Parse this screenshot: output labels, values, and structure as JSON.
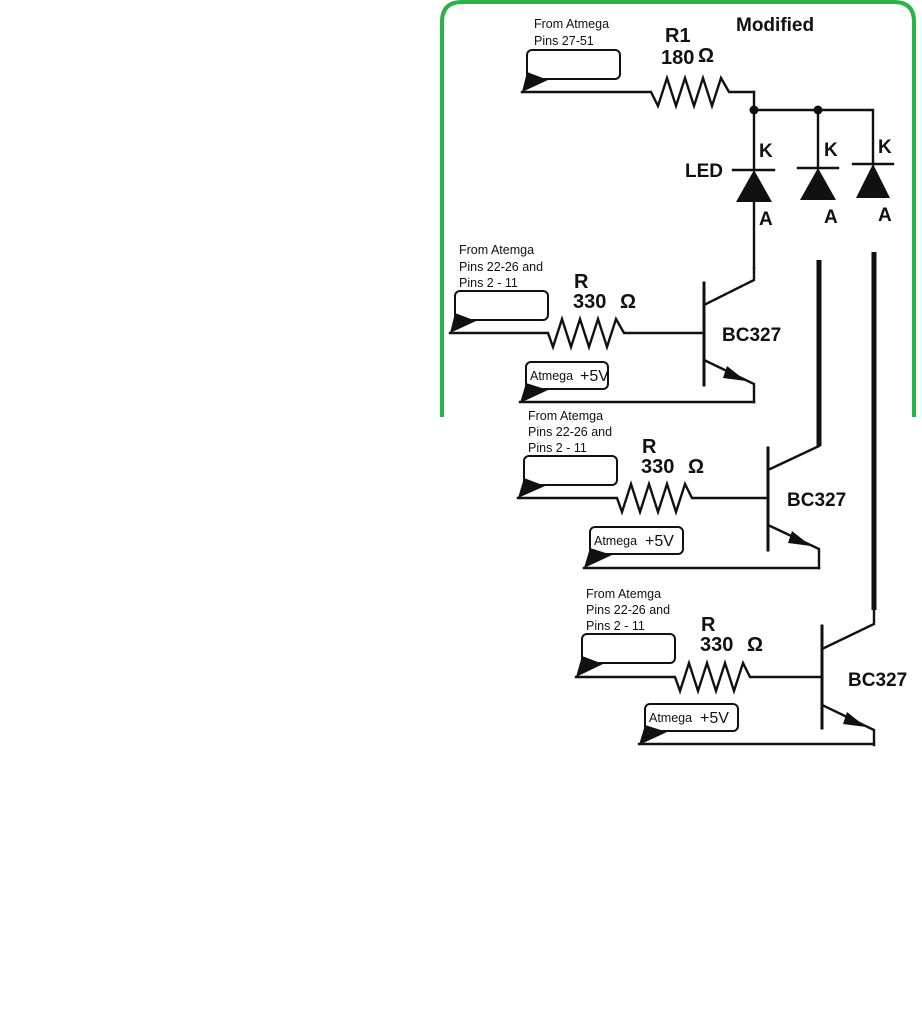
{
  "diagram": {
    "title": "Modified",
    "r1": {
      "name": "R1",
      "value": "180",
      "unit": "Ω",
      "source_lines": [
        "From Atmega",
        "Pins 27-51"
      ]
    },
    "led_label": "LED",
    "cathode_label": "K",
    "anode_label": "A",
    "stages": [
      {
        "source_lines": [
          "From Atemga",
          "Pins 22-26 and",
          "Pins 2 - 11"
        ],
        "resistor_name": "R",
        "resistor_value": "330",
        "resistor_unit": "Ω",
        "transistor": "BC327",
        "supply_left": "Atmega",
        "supply_right": "+5V"
      },
      {
        "source_lines": [
          "From Atemga",
          "Pins 22-26 and",
          "Pins 2 - 11"
        ],
        "resistor_name": "R",
        "resistor_value": "330",
        "resistor_unit": "Ω",
        "transistor": "BC327",
        "supply_left": "Atmega",
        "supply_right": "+5V"
      },
      {
        "source_lines": [
          "From Atemga",
          "Pins 22-26 and",
          "Pins 2 - 11"
        ],
        "resistor_name": "R",
        "resistor_value": "330",
        "resistor_unit": "Ω",
        "transistor": "BC327",
        "supply_left": "Atmega",
        "supply_right": "+5V"
      }
    ],
    "colors": {
      "frame": "#2db24a",
      "ink": "#111111"
    }
  }
}
